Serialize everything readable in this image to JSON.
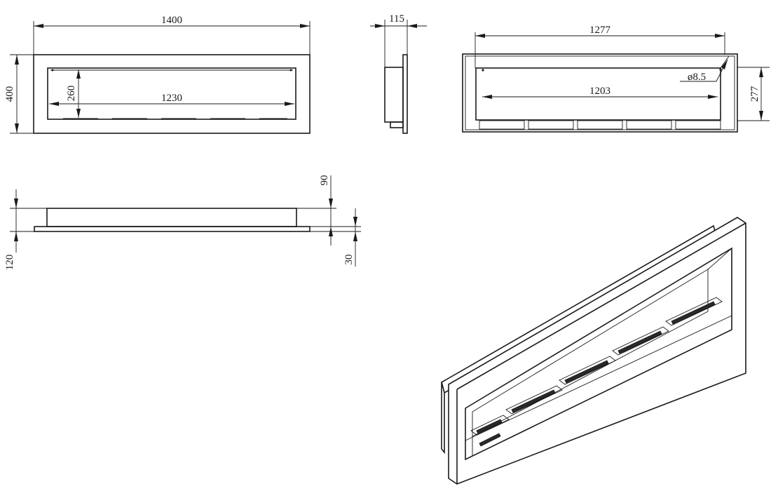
{
  "dimensions": {
    "front_width": "1400",
    "front_height": "400",
    "opening_width": "1230",
    "opening_height": "260",
    "side_depth": "115",
    "rear_width": "1277",
    "rear_inner_width": "1203",
    "rear_height": "277",
    "hole_diameter": "ø8.5",
    "top_depth_upper": "90",
    "top_depth_total": "120",
    "top_flange": "30"
  }
}
